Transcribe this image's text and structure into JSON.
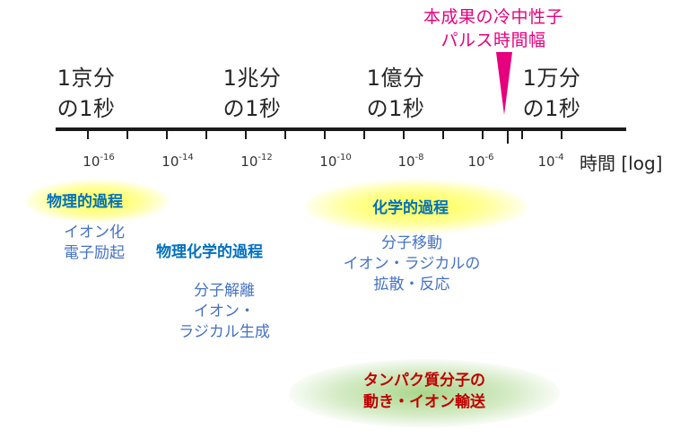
{
  "highlight": {
    "line1": "本成果の冷中性子",
    "line2": "パルス時間幅",
    "color": "#e6007e"
  },
  "units": [
    {
      "line1": "1京分",
      "line2": "の1秒"
    },
    {
      "line1": "1兆分",
      "line2": "の1秒"
    },
    {
      "line1": "1億分",
      "line2": "の1秒"
    },
    {
      "line1": "1万分",
      "line2": "の1秒"
    }
  ],
  "axis": {
    "base": "10",
    "exponents": [
      "-16",
      "-14",
      "-12",
      "-10",
      "-8",
      "-6",
      "-4"
    ],
    "title": "時間 [log]"
  },
  "processes": {
    "physical": {
      "heading": "物理的過程",
      "line1": "イオン化",
      "line2": "電子励起"
    },
    "physicochemical": {
      "heading": "物理化学的過程",
      "line1": "分子解離",
      "line2": "イオン・",
      "line3": "ラジカル生成"
    },
    "chemical": {
      "heading": "化学的過程",
      "line1": "分子移動",
      "line2": "イオン・ラジカルの",
      "line3": "拡散・反応"
    },
    "protein": {
      "line1": "タンパク質分子の",
      "line2": "動き・イオン輸送"
    }
  },
  "colors": {
    "heading_blue": "#0070c0",
    "desc_blue": "#4472c4",
    "heading_red": "#c00000",
    "glow_yellow": "#ffff3c",
    "glow_green": "#8cc864"
  }
}
